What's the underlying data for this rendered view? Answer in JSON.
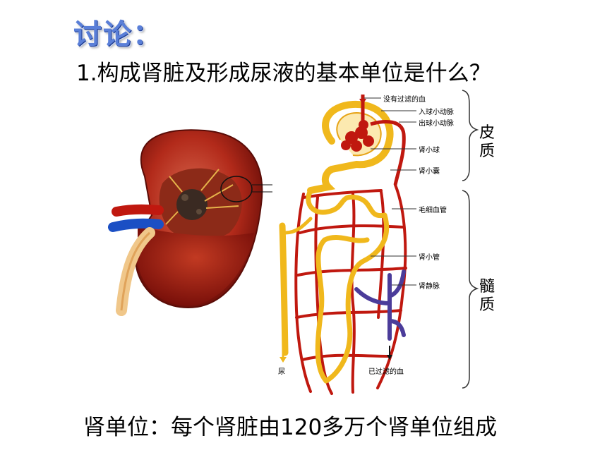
{
  "slide": {
    "title": "讨论：",
    "question": "1.构成肾脏及形成尿液的基本单位是什么？",
    "answer": "肾单位：每个肾脏由120多万个肾单位组成"
  },
  "diagram": {
    "labels": {
      "unfiltered_blood": "没有过滤的血",
      "afferent_arteriole": "入球小动脉",
      "efferent_arteriole": "出球小动脉",
      "glomerulus": "肾小球",
      "capsule": "肾小囊",
      "capillary": "毛细血管",
      "tubule": "肾小管",
      "renal_vein": "肾静脉",
      "urine": "尿",
      "filtered_blood": "已过滤的血"
    },
    "regions": {
      "cortex": "皮质",
      "medulla": "髓质"
    }
  },
  "colors": {
    "title": "#5a7fd8",
    "artery": "#c0180f",
    "tubule": "#f0b81c",
    "vein": "#4b3c9a",
    "kidney": "#9e1a12"
  }
}
